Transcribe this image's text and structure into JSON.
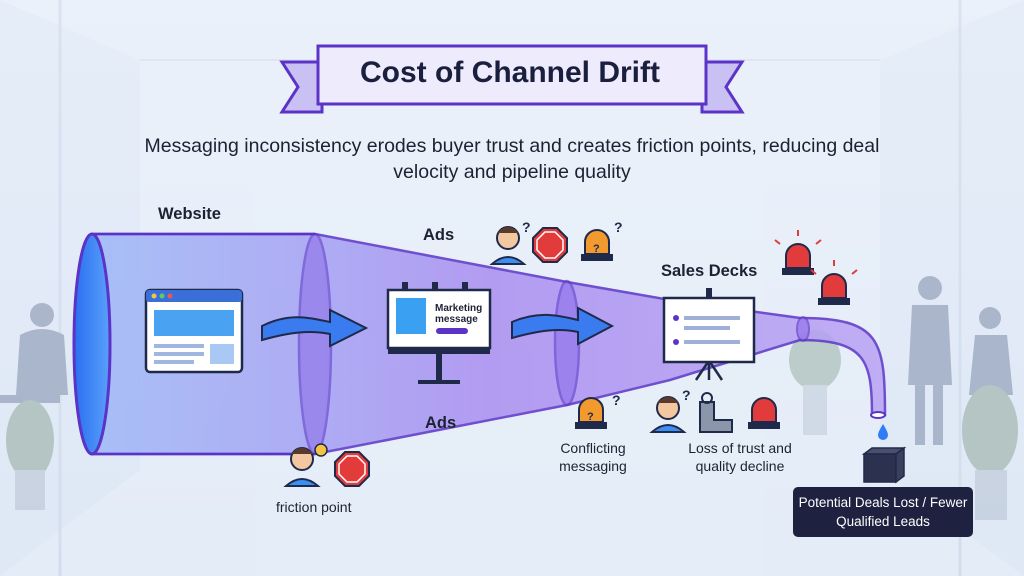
{
  "title": "Cost of Channel Drift",
  "subtitle": "Messaging inconsistency erodes buyer trust and creates friction points, reducing deal velocity and pipeline quality",
  "stages": {
    "website": "Website",
    "ads_top": "Ads",
    "ads_bottom": "Ads",
    "sales_decks": "Sales Decks"
  },
  "billboard_text": "Marketing message",
  "callouts": {
    "friction_point": "friction point",
    "conflicting_messaging": "Conflicting messaging",
    "loss_of_trust": "Loss of trust and quality decline"
  },
  "outcome": "Potential Deals Lost / Fewer Qualified Leads",
  "icons": [
    "browser-window-icon",
    "billboard-icon",
    "presentation-board-icon",
    "stop-sign-icon",
    "alarm-light-icon",
    "confused-person-icon",
    "pipe-leak-icon",
    "water-drop-icon",
    "box-icon",
    "arrow-right-icon"
  ],
  "colors": {
    "funnel_fill": "#a98ef0",
    "funnel_edge": "#5b34c7",
    "opening": "#2f7cf5",
    "title_banner": "#e9e6fb",
    "stop_sign": "#e23b3b",
    "alarm_orange": "#f29a2e",
    "outcome_bg": "#1e2240"
  }
}
